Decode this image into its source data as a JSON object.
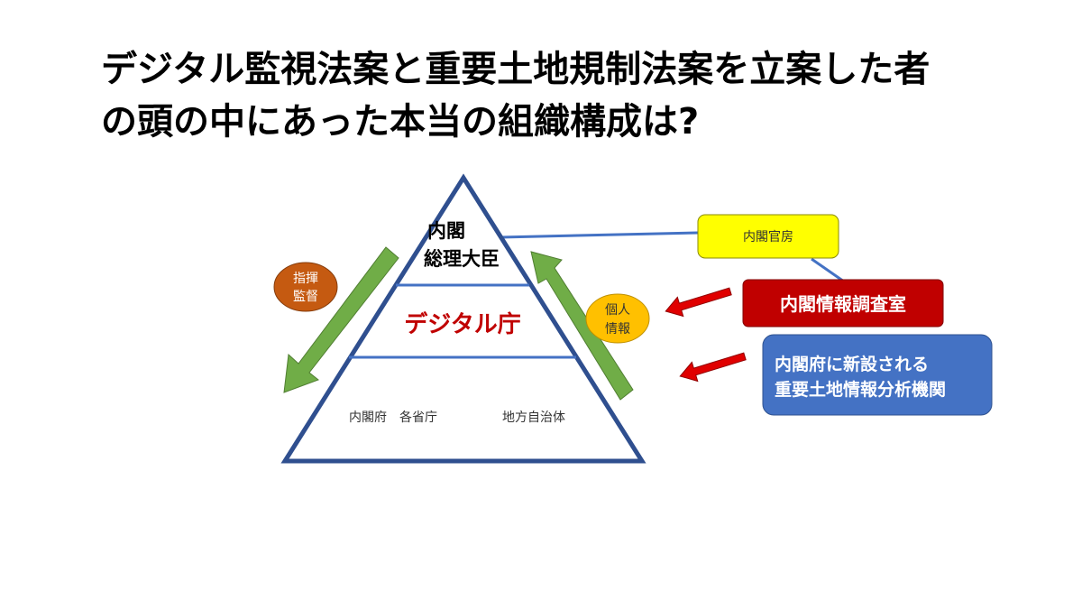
{
  "title": {
    "line1": "デジタル監視法案と重要土地規制法案を立案した者",
    "line2": "の頭の中にあった本当の組織構成は?"
  },
  "pyramid": {
    "top_line1": "内閣",
    "top_line2": "総理大臣",
    "middle": "デジタル庁",
    "bottom_left": "内閣府　各省庁",
    "bottom_right": "地方自治体"
  },
  "left_label": {
    "line1": "指揮",
    "line2": "監督"
  },
  "right_label": {
    "line1": "個人",
    "line2": "情報"
  },
  "cabinet_secretariat": "内閣官房",
  "cabinet_intelligence": "内閣情報調査室",
  "land_agency": {
    "line1": "内閣府に新設される",
    "line2": "重要土地情報分析機関"
  },
  "colors": {
    "pyramid_stroke": "#2f4f8f",
    "green_arrow": "#70ad47",
    "red_arrow": "#e00000",
    "digital_text": "#c00000",
    "left_oval": "#c55a11",
    "right_oval": "#ffc000",
    "secretariat_box": "#ffff00",
    "intelligence_box": "#c00000",
    "land_box": "#4472c4"
  }
}
